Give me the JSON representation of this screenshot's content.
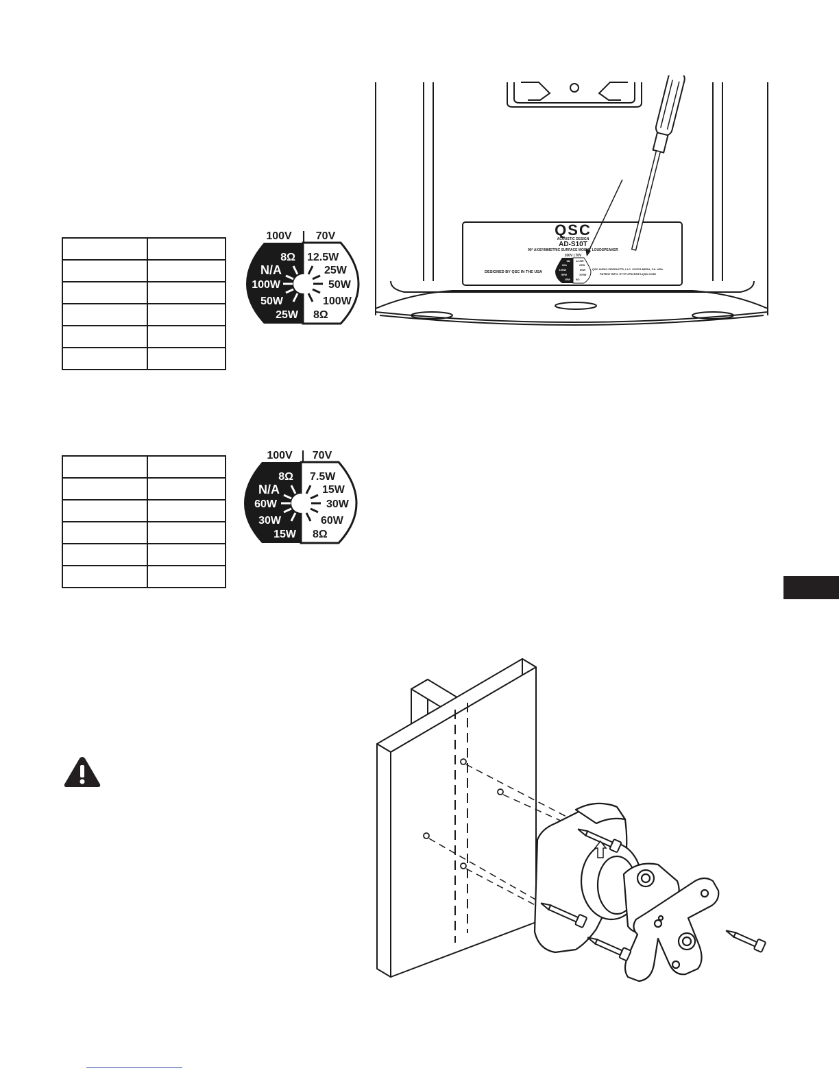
{
  "dial_ad_s10t": {
    "header_left": "100V",
    "header_sep": "|",
    "header_right": "70V",
    "left": [
      "8Ω",
      "N/A",
      "100W",
      "50W",
      "25W"
    ],
    "right": [
      "12.5W",
      "25W",
      "50W",
      "100W",
      "8Ω"
    ]
  },
  "dial_ad_s8t": {
    "header_left": "100V",
    "header_sep": "|",
    "header_right": "70V",
    "left": [
      "8Ω",
      "N/A",
      "60W",
      "30W",
      "15W"
    ],
    "right": [
      "7.5W",
      "15W",
      "30W",
      "60W",
      "8Ω"
    ]
  },
  "speaker_label": {
    "brand": "QSC",
    "series": "ACOUSTIC DESIGN",
    "model": "AD-S10T",
    "desc": "90° AXISYMMETRIC SURFACE MOUNT LOUDSPEAKER",
    "designed": "DESIGNED BY QSC IN THE USA",
    "company": "QSC AUDIO PRODUCTS, LLC. COSTA MESA, CA. USA.",
    "patent": "PATENT INFO: HTTP://PATENTS.QSC.COM/",
    "mini_header": "100V | 70V",
    "mini_left": [
      "8Ω",
      "N/A",
      "100W",
      "50W",
      "25W"
    ],
    "mini_right": [
      "12.5W",
      "25W",
      "50W",
      "100W",
      "8Ω"
    ]
  },
  "tables": {
    "rows": 6,
    "cols": 2
  },
  "icons": {
    "warning": "warning-triangle-icon",
    "screwdriver": "screwdriver-icon"
  },
  "colors": {
    "ink": "#1a1a1a",
    "tab": "#231f20",
    "link": "#2b3fa8"
  }
}
